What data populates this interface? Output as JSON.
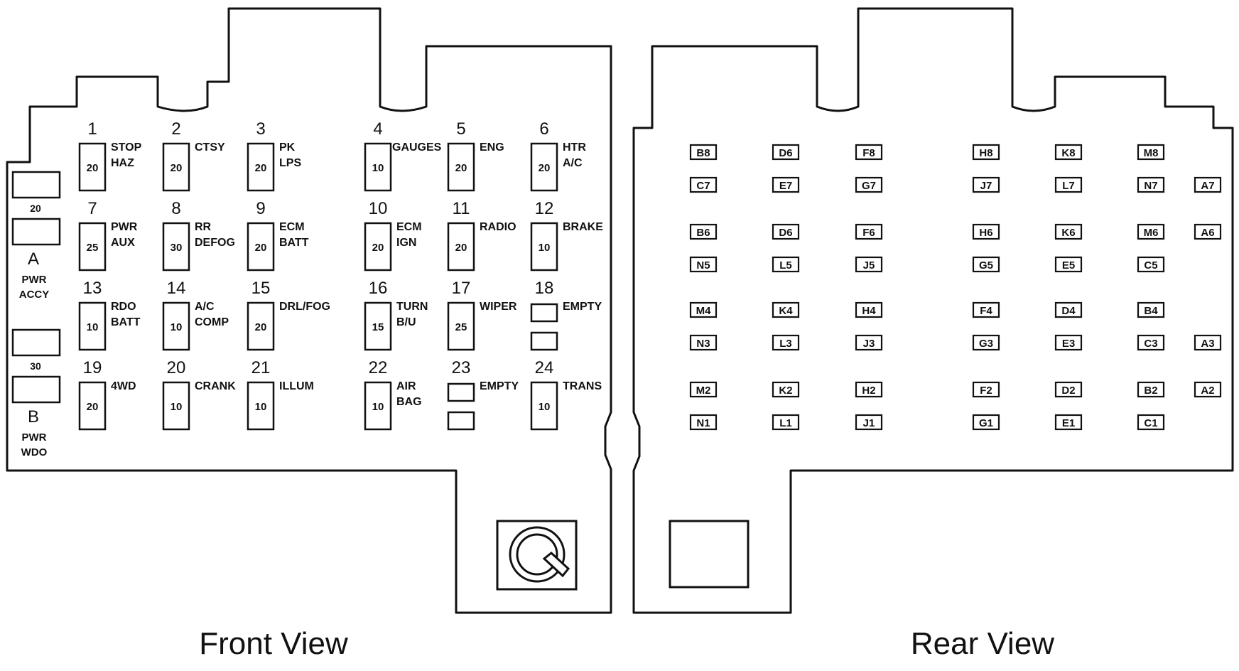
{
  "titles": {
    "front": "Front View",
    "rear": "Rear View"
  },
  "front_fuses": [
    {
      "num": "1",
      "amp": "20",
      "label": [
        "STOP",
        "HAZ"
      ]
    },
    {
      "num": "2",
      "amp": "20",
      "label": [
        "CTSY"
      ]
    },
    {
      "num": "3",
      "amp": "20",
      "label": [
        "PK",
        "LPS"
      ]
    },
    {
      "num": "4",
      "amp": "10",
      "label": [
        "GAUGES"
      ]
    },
    {
      "num": "5",
      "amp": "20",
      "label": [
        "ENG"
      ]
    },
    {
      "num": "6",
      "amp": "20",
      "label": [
        "HTR",
        "A/C"
      ]
    },
    {
      "num": "7",
      "amp": "25",
      "label": [
        "PWR",
        "AUX"
      ]
    },
    {
      "num": "8",
      "amp": "30",
      "label": [
        "RR",
        "DEFOG"
      ]
    },
    {
      "num": "9",
      "amp": "20",
      "label": [
        "ECM",
        "BATT"
      ]
    },
    {
      "num": "10",
      "amp": "20",
      "label": [
        "ECM",
        "IGN"
      ]
    },
    {
      "num": "11",
      "amp": "20",
      "label": [
        "RADIO"
      ]
    },
    {
      "num": "12",
      "amp": "10",
      "label": [
        "BRAKE"
      ]
    },
    {
      "num": "13",
      "amp": "10",
      "label": [
        "RDO",
        "BATT"
      ]
    },
    {
      "num": "14",
      "amp": "10",
      "label": [
        "A/C",
        "COMP"
      ]
    },
    {
      "num": "15",
      "amp": "20",
      "label": [
        "DRL/FOG"
      ]
    },
    {
      "num": "16",
      "amp": "15",
      "label": [
        "TURN",
        "B/U"
      ]
    },
    {
      "num": "17",
      "amp": "25",
      "label": [
        "WIPER"
      ]
    },
    {
      "num": "18",
      "amp": "",
      "label": [
        "EMPTY"
      ],
      "empty": true
    },
    {
      "num": "19",
      "amp": "20",
      "label": [
        "4WD"
      ]
    },
    {
      "num": "20",
      "amp": "10",
      "label": [
        "CRANK"
      ]
    },
    {
      "num": "21",
      "amp": "10",
      "label": [
        "ILLUM"
      ]
    },
    {
      "num": "22",
      "amp": "10",
      "label": [
        "AIR",
        "BAG"
      ]
    },
    {
      "num": "23",
      "amp": "",
      "label": [
        "EMPTY"
      ],
      "empty": true
    },
    {
      "num": "24",
      "amp": "10",
      "label": [
        "TRANS"
      ]
    }
  ],
  "breakers": [
    {
      "id": "A",
      "amp": "20",
      "label": [
        "PWR",
        "ACCY"
      ]
    },
    {
      "id": "B",
      "amp": "30",
      "label": [
        "PWR",
        "WDO"
      ]
    }
  ],
  "rear_terminals": [
    [
      "B8",
      "D6",
      "F8",
      "H8",
      "K8",
      "M8",
      ""
    ],
    [
      "C7",
      "E7",
      "G7",
      "J7",
      "L7",
      "N7",
      "A7"
    ],
    [
      "B6",
      "D6",
      "F6",
      "H6",
      "K6",
      "M6",
      "A6"
    ],
    [
      "N5",
      "L5",
      "J5",
      "G5",
      "E5",
      "C5",
      ""
    ],
    [
      "M4",
      "K4",
      "H4",
      "F4",
      "D4",
      "B4",
      ""
    ],
    [
      "N3",
      "L3",
      "J3",
      "G3",
      "E3",
      "C3",
      "A3"
    ],
    [
      "M2",
      "K2",
      "H2",
      "F2",
      "D2",
      "B2",
      "A2"
    ],
    [
      "N1",
      "L1",
      "J1",
      "G1",
      "E1",
      "C1",
      ""
    ]
  ]
}
